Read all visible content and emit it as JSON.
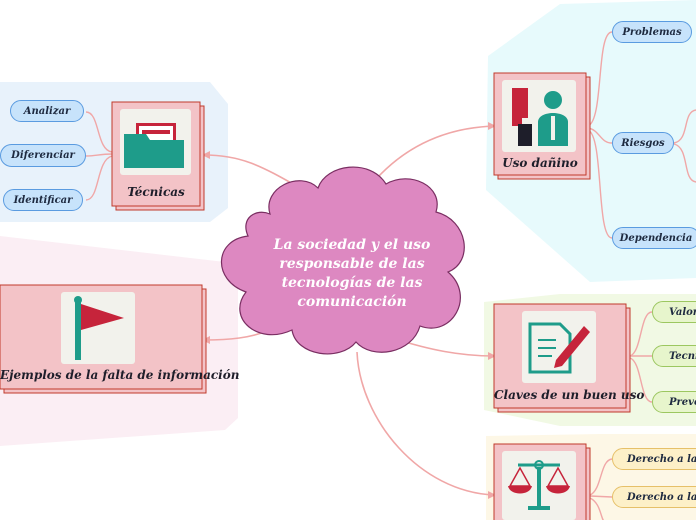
{
  "central_topic": "La sociedad y el uso responsable de las tecnologías de las comunicación",
  "nodes": {
    "tecnicas": {
      "title": "Técnicas",
      "icon": "folder-icon",
      "children": [
        "Analizar",
        "Diferenciar",
        "Identificar"
      ]
    },
    "ejemplos": {
      "title": "Ejemplos de la falta de información",
      "icon": "flag-icon"
    },
    "uso_danino": {
      "title": "Uso dañino",
      "icon": "people-icon",
      "children": [
        "Problemas",
        "Riesgos",
        "Dependencia"
      ]
    },
    "claves": {
      "title": "Claves de un buen uso",
      "icon": "document-pen-icon",
      "children": [
        "Valores",
        "Tecnic",
        "Preve"
      ]
    },
    "derechos": {
      "icon": "scales-icon",
      "children": [
        "Derecho a la lib",
        "Derecho a la pr"
      ]
    }
  },
  "colors": {
    "central_fill": "#dd88c1",
    "central_stroke": "#7a2e62",
    "node_fill": "#f3c3c7",
    "node_border": "#c0392b",
    "icon_bg": "#f2f2ec",
    "teal": "#1e9c8a",
    "red": "#c6243b",
    "connector": "#f0a7a7",
    "region_blue": "#e8f2fb",
    "region_cyan": "#e7fafc",
    "region_pink": "#fbeef4",
    "region_green": "#f1f9e4",
    "region_yellow": "#fdf7e6"
  }
}
